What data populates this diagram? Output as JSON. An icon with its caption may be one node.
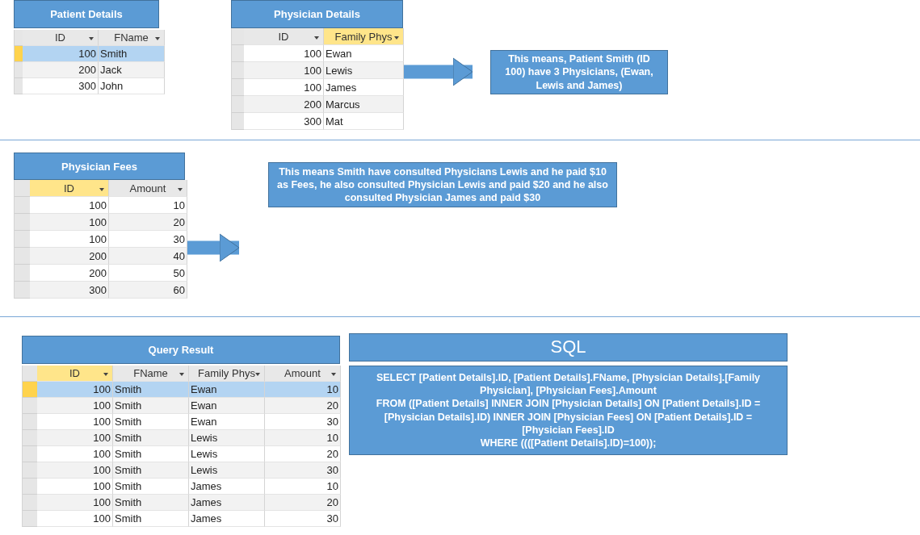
{
  "diagram": {
    "nodes": [
      {
        "text": [
          "Patient Details"
        ]
      },
      {
        "text": [
          "Physician Details"
        ]
      },
      {
        "text": [
          "This means, Patient Smith (ID 100) have 3 Physicians, (Ewan, Lewis and James)"
        ]
      },
      {
        "text": [
          "Physician Fees"
        ]
      },
      {
        "text": [
          "This means Smith have consulted Physicians Lewis and he paid $10 as Fees, he also consulted Physician Lewis and paid $20 and he also consulted Physician James and paid $30"
        ]
      },
      {
        "text": [
          "Query Result"
        ]
      },
      {
        "text": [
          "SQL",
          "SELECT [Patient Details].ID, [Patient Details].FName, [Physician Details].[Family Physician], [Physician Fees].Amount",
          "FROM ([Patient Details] INNER JOIN [Physician Details] ON [Patient Details].ID = [Physician Details].ID) INNER JOIN [Physician Fees] ON [Patient Details].ID = [Physician Fees].ID",
          "WHERE ((([Patient Details].ID)=100));"
        ]
      }
    ],
    "edges": [
      {
        "from": 1,
        "to": 2,
        "arrow": "to"
      },
      {
        "from": 3,
        "to": 4,
        "arrow": "to"
      }
    ],
    "labels": [
      "ID",
      "FName",
      "100",
      "Smith",
      "200",
      "Jack",
      "300",
      "John",
      "ID",
      "Family Phys",
      "100",
      "Ewan",
      "100",
      "Lewis",
      "100",
      "James",
      "200",
      "Marcus",
      "300",
      "Mat",
      "ID",
      "Amount",
      "100",
      "10",
      "100",
      "20",
      "100",
      "30",
      "200",
      "40",
      "200",
      "50",
      "300",
      "60",
      "ID",
      "FName",
      "Family Phys",
      "Amount",
      "100",
      "Smith",
      "Ewan",
      "10",
      "100",
      "Smith",
      "Ewan",
      "20",
      "100",
      "Smith",
      "Ewan",
      "30",
      "100",
      "Smith",
      "Lewis",
      "10",
      "100",
      "Smith",
      "Lewis",
      "20",
      "100",
      "Smith",
      "Lewis",
      "30",
      "100",
      "Smith",
      "James",
      "10",
      "100",
      "Smith",
      "James",
      "20",
      "100",
      "Smith",
      "James",
      "30"
    ]
  }
}
